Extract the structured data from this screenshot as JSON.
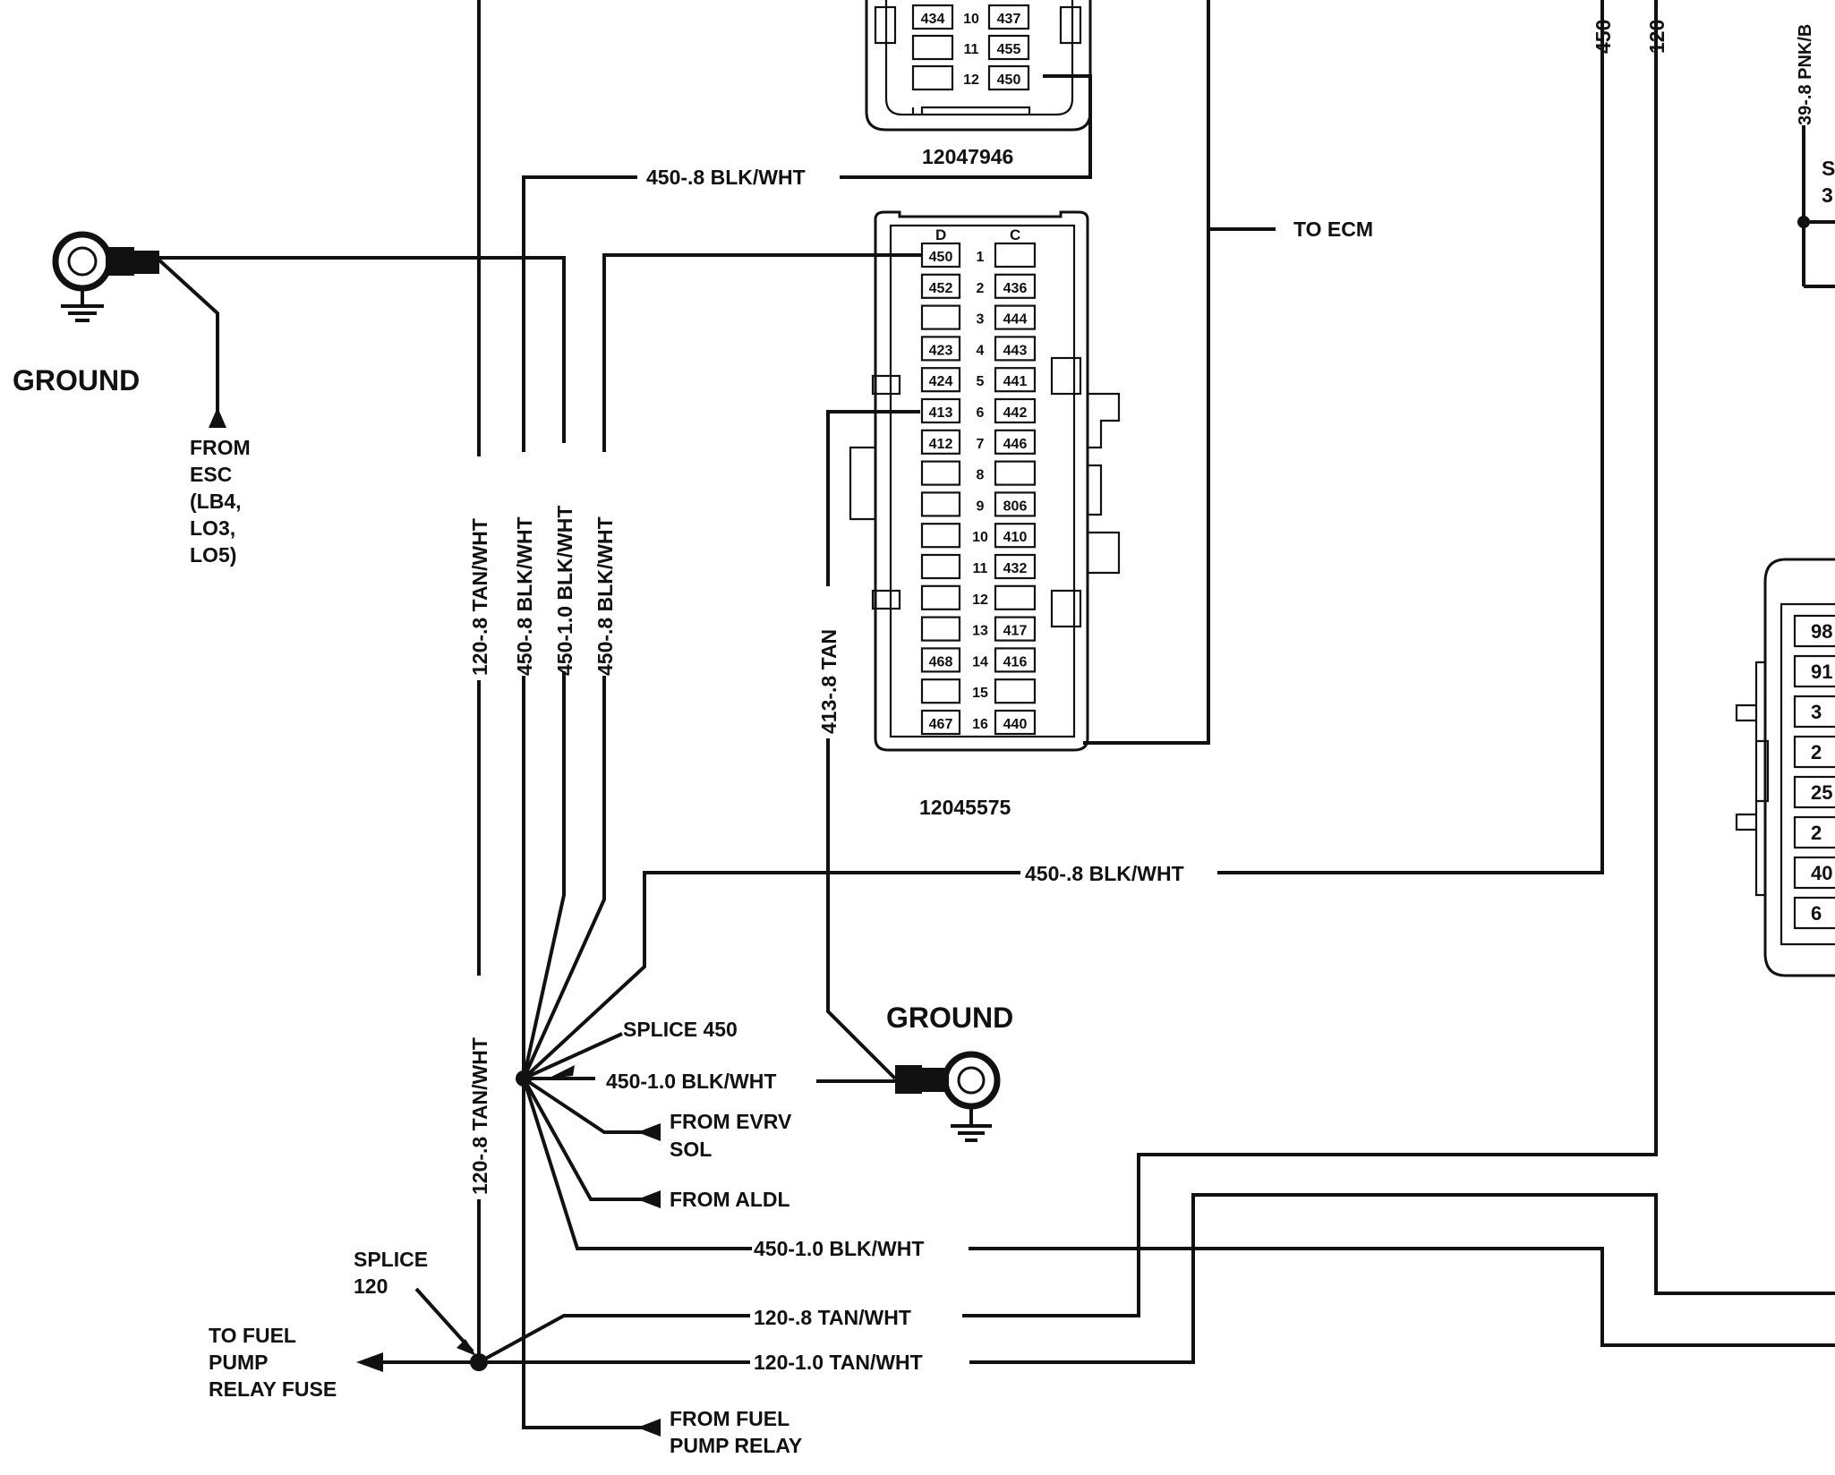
{
  "connector_top": {
    "part_number": "12047946",
    "rows": [
      {
        "left": "434",
        "num": "10",
        "right": "437"
      },
      {
        "left": "",
        "num": "11",
        "right": "455"
      },
      {
        "left": "",
        "num": "12",
        "right": "450"
      }
    ]
  },
  "connector_main": {
    "part_number": "12045575",
    "col_d": "D",
    "col_c": "C",
    "rows": [
      {
        "d": "450",
        "num": "1",
        "c": ""
      },
      {
        "d": "452",
        "num": "2",
        "c": "436"
      },
      {
        "d": "",
        "num": "3",
        "c": "444"
      },
      {
        "d": "423",
        "num": "4",
        "c": "443"
      },
      {
        "d": "424",
        "num": "5",
        "c": "441"
      },
      {
        "d": "413",
        "num": "6",
        "c": "442"
      },
      {
        "d": "412",
        "num": "7",
        "c": "446"
      },
      {
        "d": "",
        "num": "8",
        "c": ""
      },
      {
        "d": "",
        "num": "9",
        "c": "806"
      },
      {
        "d": "",
        "num": "10",
        "c": "410"
      },
      {
        "d": "",
        "num": "11",
        "c": "432"
      },
      {
        "d": "",
        "num": "12",
        "c": ""
      },
      {
        "d": "",
        "num": "13",
        "c": "417"
      },
      {
        "d": "468",
        "num": "14",
        "c": "416"
      },
      {
        "d": "",
        "num": "15",
        "c": ""
      },
      {
        "d": "467",
        "num": "16",
        "c": "440"
      }
    ]
  },
  "connector_right": {
    "cells": [
      "98",
      "91",
      "3",
      "2",
      "25",
      "2",
      "40",
      "6"
    ]
  },
  "labels": {
    "to_ecm": "TO ECM",
    "ground_left": "GROUND",
    "ground_right": "GROUND",
    "from_esc": [
      "FROM",
      "ESC",
      "(LB4,",
      "LO3,",
      "LO5)"
    ],
    "splice_450": "SPLICE 450",
    "from_evrv": [
      "FROM EVRV",
      "SOL"
    ],
    "from_aldl": "FROM ALDL",
    "splice_120": [
      "SPLICE",
      "120"
    ],
    "to_fuel_pump": [
      "TO FUEL",
      "PUMP",
      "RELAY FUSE"
    ],
    "from_fuel_pump_relay": [
      "FROM FUEL",
      "PUMP RELAY"
    ]
  },
  "wires": {
    "w450_top": "450-.8 BLK/WHT",
    "w450_mid": "450-.8 BLK/WHT",
    "w450_10": "450-1.0 BLK/WHT",
    "w450_10_low": "450-1.0 BLK/WHT",
    "w120_8": "120-.8 TAN/WHT",
    "w120_10": "120-1.0 TAN/WHT",
    "v120_upper": "120-.8 TAN/WHT",
    "v450_a": "450-.8 BLK/WHT",
    "v450_b": "450-1.0 BLK/WHT",
    "v450_c": "450-.8 BLK/WHT",
    "v120_lower": "120-.8 TAN/WHT",
    "v413": "413-.8 TAN",
    "v450_right": "450",
    "v120_right": "120",
    "v39_right": "39-.8 PNK/B",
    "edge_s": "S",
    "edge_3": "3"
  }
}
